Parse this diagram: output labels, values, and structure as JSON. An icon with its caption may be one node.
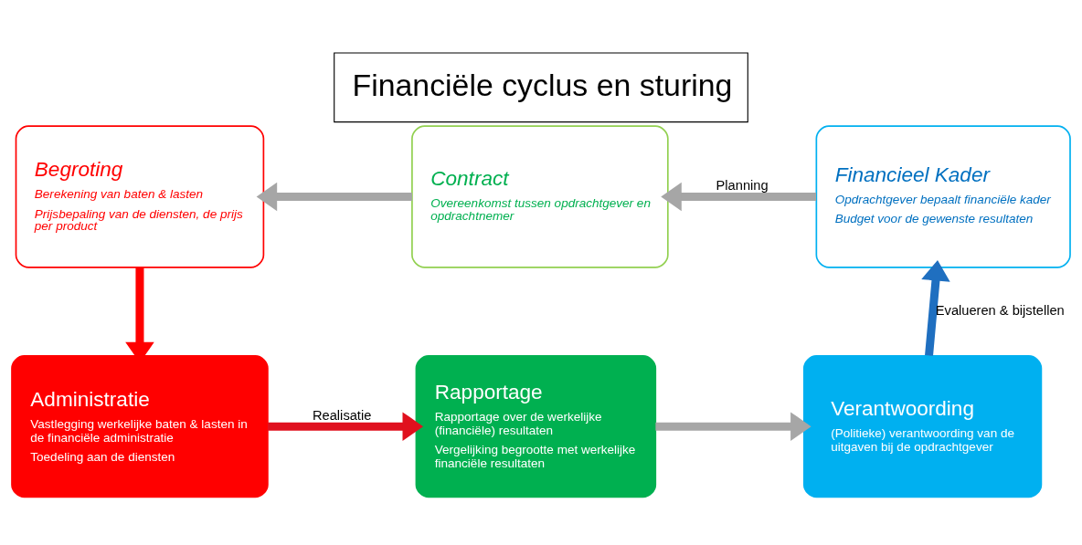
{
  "diagram": {
    "title": "Financiële cyclus en sturing",
    "nodes": [
      {
        "text": [
          "Begroting",
          "Berekening van baten & lasten",
          "Prijsbepaling van de diensten, de prijs per product"
        ]
      },
      {
        "text": [
          "Contract",
          "Overeenkomst tussen opdrachtgever en opdrachtnemer"
        ]
      },
      {
        "text": [
          "Financieel Kader",
          "Opdrachtgever bepaalt financiële kader",
          "Budget voor de gewenste resultaten"
        ]
      },
      {
        "text": [
          "Administratie",
          "Vastlegging werkelijke baten & lasten in de financiële administratie",
          "Toedeling aan de diensten"
        ]
      },
      {
        "text": [
          "Rapportage",
          "Rapportage over de werkelijke (financiële) resultaten",
          "Vergelijking begrootte met werkelijke financiële resultaten"
        ]
      },
      {
        "text": [
          "Verantwoording",
          "(Politieke) verantwoording van de uitgaven bij de opdrachtgever"
        ]
      }
    ],
    "edges": [
      {
        "from": 2,
        "to": 1,
        "arrow": "to",
        "label": "Planning",
        "color": "#a6a6a6"
      },
      {
        "from": 1,
        "to": 0,
        "arrow": "to",
        "color": "#a6a6a6"
      },
      {
        "from": 0,
        "to": 3,
        "arrow": "to",
        "color": "#ff0000"
      },
      {
        "from": 3,
        "to": 4,
        "arrow": "to",
        "label": "Realisatie",
        "color": "#e0101e"
      },
      {
        "from": 4,
        "to": 5,
        "arrow": "to",
        "color": "#a6a6a6"
      },
      {
        "from": 5,
        "to": 2,
        "arrow": "to",
        "label": "Evalueren & bijstellen",
        "color": "#1f6fc0"
      }
    ]
  }
}
